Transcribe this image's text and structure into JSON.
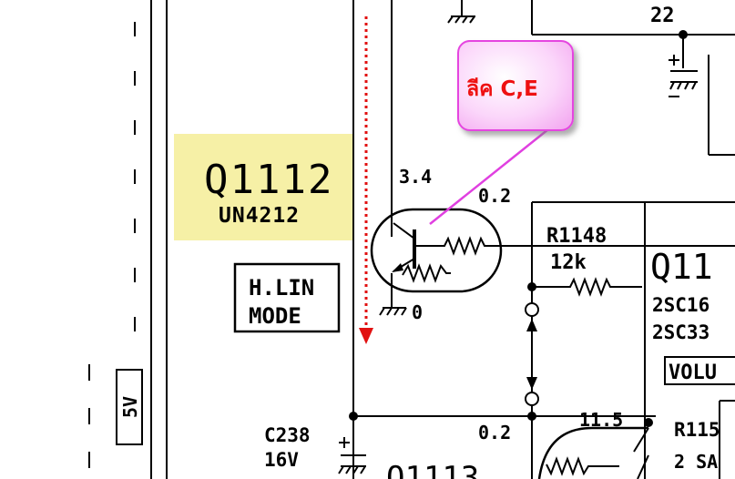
{
  "callout": {
    "text": "ลีค C,E"
  },
  "transistor": {
    "ref": "Q1112",
    "part": "UN4212"
  },
  "labels": {
    "v_base": "3.4",
    "v_collector": "0.2",
    "v_emitter": "0",
    "pin_22": "22",
    "mode_line1": "H.LIN",
    "mode_line2": "MODE",
    "supply": "5V",
    "r1148_ref": "R1148",
    "r1148_val": "12k",
    "q11_partial": "Q11",
    "part_2sc16": "2SC16",
    "part_2sc33": "2SC33",
    "volu_partial": "VOLU",
    "c238_ref": "C238",
    "c238_val": "16V",
    "v_node_02": "0.2",
    "v_node_115": "11.5",
    "r115_partial": "R115",
    "q1113_partial": "Q1113",
    "bottom_right_partial": "2 SA"
  },
  "colors": {
    "highlight": "#f6f0a6",
    "arrow": "#e11111",
    "callout_border": "#e545e0",
    "pointer": "#e040e0"
  }
}
